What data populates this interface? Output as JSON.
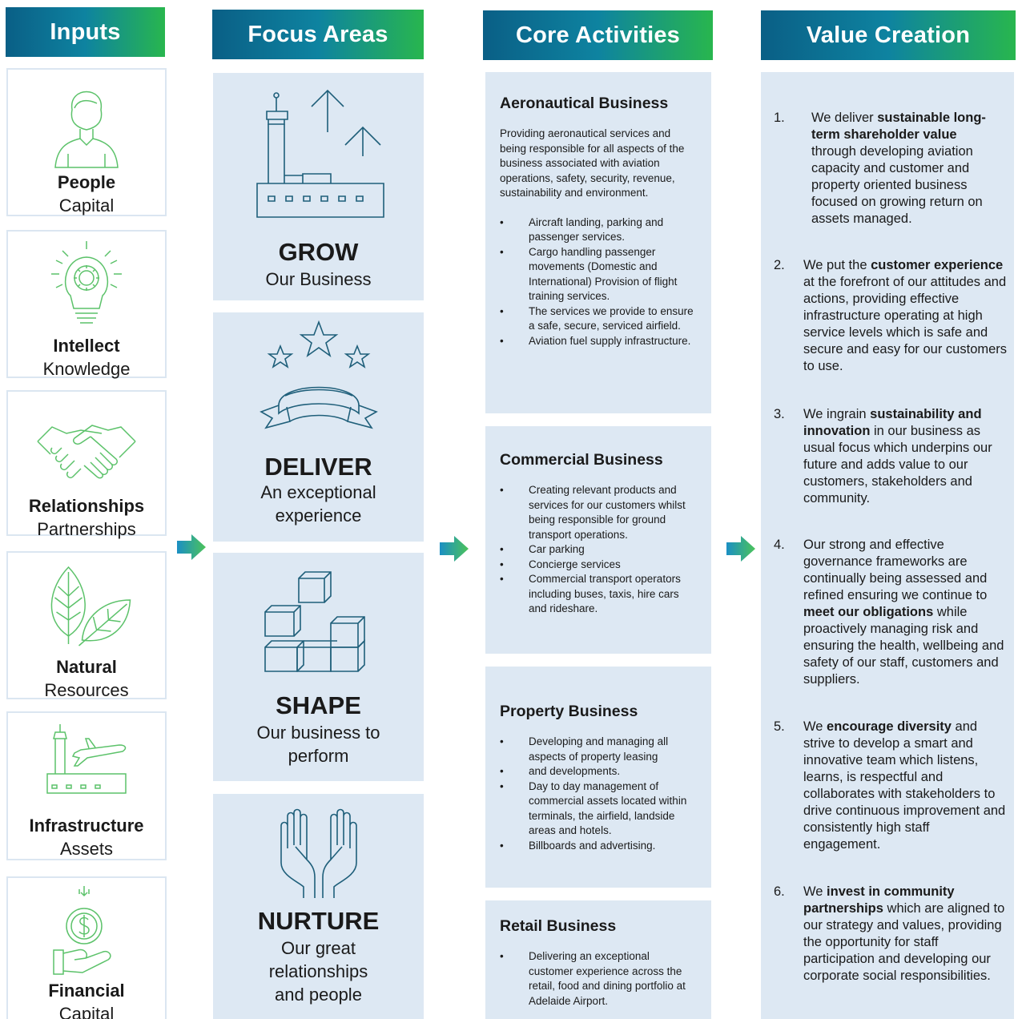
{
  "headers": {
    "inputs": "Inputs",
    "focus": "Focus Areas",
    "core": "Core Activities",
    "value": "Value Creation"
  },
  "inputs": [
    {
      "bold": "People",
      "sub": "Capital",
      "icon": "person-icon"
    },
    {
      "bold": "Intellect",
      "sub": "Knowledge",
      "icon": "lightbulb-gear-icon"
    },
    {
      "bold": "Relationships",
      "sub": "Partnerships",
      "icon": "handshake-icon"
    },
    {
      "bold": "Natural",
      "sub": "Resources",
      "icon": "leaves-icon"
    },
    {
      "bold": "Infrastructure",
      "sub": "Assets",
      "icon": "airport-plane-icon"
    },
    {
      "bold": "Financial",
      "sub": "Capital",
      "icon": "hand-coin-icon"
    }
  ],
  "focus": [
    {
      "title": "GROW",
      "sub": "Our Business",
      "icon": "terminal-growth-icon"
    },
    {
      "title": "DELIVER",
      "sub": "An exceptional experience",
      "icon": "stars-ribbon-icon"
    },
    {
      "title": "SHAPE",
      "sub": "Our business to perform",
      "icon": "boxes-icon"
    },
    {
      "title": "NURTURE",
      "sub": "Our great relationships and people",
      "icon": "open-hands-icon"
    }
  ],
  "core": [
    {
      "title": "Aeronautical Business",
      "desc": "Providing aeronautical services and being responsible for all aspects of the business associated with aviation operations, safety, security, revenue, sustainability and environment.",
      "bullets": [
        "Aircraft landing, parking and passenger services.",
        "Cargo handling passenger movements (Domestic and International) Provision of flight training services.",
        "The services we provide to ensure a safe, secure, serviced airfield.",
        "Aviation fuel supply infrastructure."
      ]
    },
    {
      "title": "Commercial Business",
      "desc": "",
      "bullets": [
        "Creating relevant products and services for our customers whilst being responsible for ground transport operations.",
        "Car parking",
        "Concierge services",
        "Commercial transport operators including buses, taxis, hire cars and rideshare."
      ]
    },
    {
      "title": "Property Business",
      "desc": "",
      "bullets": [
        "Developing and managing all aspects of property leasing",
        "and developments.",
        "Day to day management of commercial assets located within terminals, the airfield, landside areas and hotels.",
        "Billboards and advertising."
      ]
    },
    {
      "title": "Retail Business",
      "desc": "",
      "bullets": [
        "Delivering an exceptional customer experience across the retail, food and dining portfolio at Adelaide Airport."
      ]
    }
  ],
  "value": [
    {
      "num": "1.",
      "pre": "We deliver ",
      "bold": "sustainable long-term shareholder value",
      "post": " through developing aviation capacity and customer and property oriented business focused on growing return on assets managed."
    },
    {
      "num": "2.",
      "pre": "We put the ",
      "bold": "customer experience",
      "post": " at the forefront of our attitudes and actions, providing effective infrastructure operating at high service levels which is safe and secure and easy for our customers to use."
    },
    {
      "num": "3.",
      "pre": "We ingrain ",
      "bold": "sustainability and innovation",
      "post": " in our business as usual focus which underpins our future and adds value to our customers, stakeholders and community."
    },
    {
      "num": "4.",
      "pre": "Our strong and effective governance frameworks are continually being assessed and refined ensuring we continue to ",
      "bold": "meet our obligations",
      "post": " while proactively managing risk and ensuring the health, wellbeing and safety of our staff, customers and suppliers."
    },
    {
      "num": "5.",
      "pre": "We ",
      "bold": "encourage diversity",
      "post": " and strive to develop a smart and innovative team which listens, learns, is respectful and collaborates with stakeholders to drive continuous improvement and consistently high staff engagement."
    },
    {
      "num": "6.",
      "pre": "We ",
      "bold": "invest in community partnerships",
      "post": " which are aligned to our strategy and values, providing the opportunity for staff participation and developing our corporate social responsibilities."
    }
  ],
  "colors": {
    "header_start": "#0a5f86",
    "header_end": "#28b64e",
    "panel": "#dde8f3",
    "icon_green": "#5cc26a",
    "icon_blue": "#1f5f7a"
  }
}
